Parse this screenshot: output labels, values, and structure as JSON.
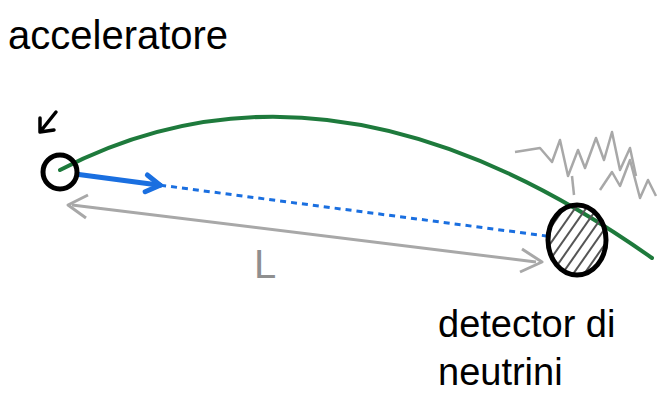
{
  "diagram": {
    "nodes": [
      {
        "text": [
          "acceleratore"
        ]
      },
      {
        "text": [
          "detector di neutrini"
        ]
      }
    ],
    "edges": [
      {
        "from": 0,
        "to": 1,
        "arrow": "to"
      }
    ],
    "labels": [
      "L"
    ]
  }
}
